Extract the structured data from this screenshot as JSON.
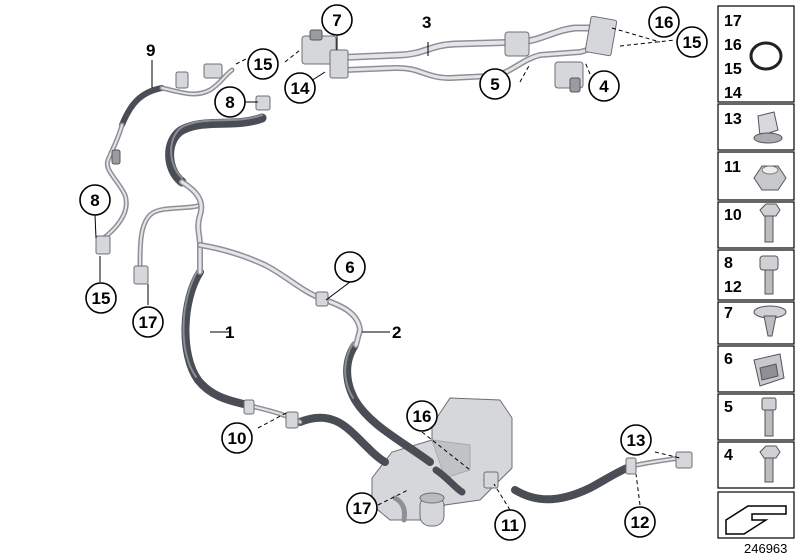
{
  "callouts": {
    "c1": "1",
    "c2": "2",
    "c3": "3",
    "c4": "4",
    "c5": "5",
    "c6": "6",
    "c7": "7",
    "c8a": "8",
    "c8b": "8",
    "c9": "9",
    "c10": "10",
    "c11": "11",
    "c12": "12",
    "c13": "13",
    "c14": "14",
    "c15a": "15",
    "c15b": "15",
    "c15c": "15",
    "c16a": "16",
    "c16b": "16",
    "c17a": "17",
    "c17b": "17"
  },
  "legend": {
    "cell1": [
      "17",
      "16",
      "15",
      "14"
    ],
    "cell2": [
      "13"
    ],
    "cell3": [
      "11"
    ],
    "cell4": [
      "10"
    ],
    "cell5": [
      "8",
      "12"
    ],
    "cell6": [
      "7"
    ],
    "cell7": [
      "6"
    ],
    "cell8": [
      "5"
    ],
    "cell9": [
      "4"
    ]
  },
  "diagram_id": "246963",
  "icons": {
    "legend_oring": "o-ring-seal-icon",
    "legend_clip": "hose-clip-icon",
    "legend_nut": "hex-nut-icon",
    "legend_bolt": "bolt-icon",
    "legend_rivet": "expanding-rivet-icon",
    "legend_bracket": "bracket-clip-icon",
    "legend_arrow": "direction-arrow-icon"
  }
}
